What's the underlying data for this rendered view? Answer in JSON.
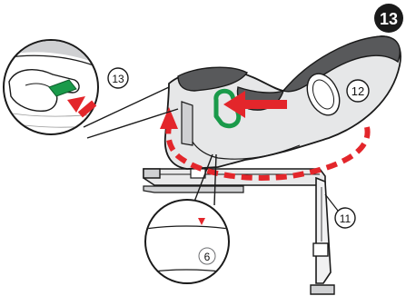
{
  "step_number": "13",
  "callouts": {
    "handle": "12",
    "release_tab": "13",
    "isofix_leg": "11",
    "base_indicator": "6"
  },
  "colors": {
    "arrow_red": "#e3262b",
    "tab_green": "#1a9a4a",
    "seat_dark": "#58595b",
    "seat_light": "#cfd0d2",
    "outline": "#1a1a1a",
    "badge": "#1a1a1a"
  }
}
